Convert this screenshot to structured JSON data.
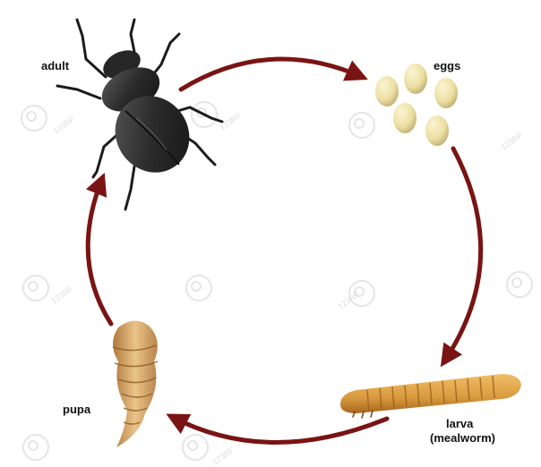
{
  "diagram": {
    "stages": {
      "adult": "adult",
      "eggs": "eggs",
      "larva": "larva",
      "larva_note": "(mealworm)",
      "pupa": "pupa"
    },
    "watermark_text": "123RF",
    "colors": {
      "arrow": "#7a1414",
      "beetle": "#2b2b2b",
      "egg": "#ecdfa2",
      "larva": "#d99a3e",
      "pupa": "#d8a865",
      "watermark": "#dddddd"
    },
    "icons": [
      "beetle",
      "egg-cluster",
      "mealworm-larva",
      "pupa"
    ]
  }
}
